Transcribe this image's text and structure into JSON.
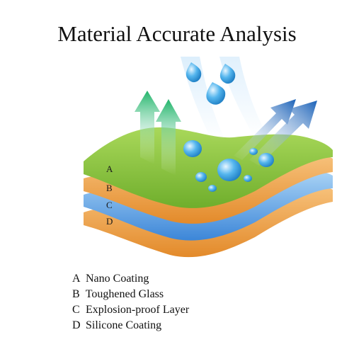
{
  "title": "Material Accurate Analysis",
  "layers": [
    {
      "key": "A",
      "name": "Nano Coating",
      "color": "#8cc63f"
    },
    {
      "key": "B",
      "name": "Toughened Glass",
      "color": "#f2a245"
    },
    {
      "key": "C",
      "name": "Explosion-proof Layer",
      "color": "#4a90e2"
    },
    {
      "key": "D",
      "name": "Silicone Coating",
      "color": "#f2a245"
    }
  ],
  "colors": {
    "green_arrow": "#2fbf71",
    "blue_arrow": "#1f6fc4",
    "water_drop": "#3ba6e6"
  },
  "icons": [
    "up-arrow-icon",
    "water-drop-icon",
    "diagonal-arrow-icon"
  ]
}
